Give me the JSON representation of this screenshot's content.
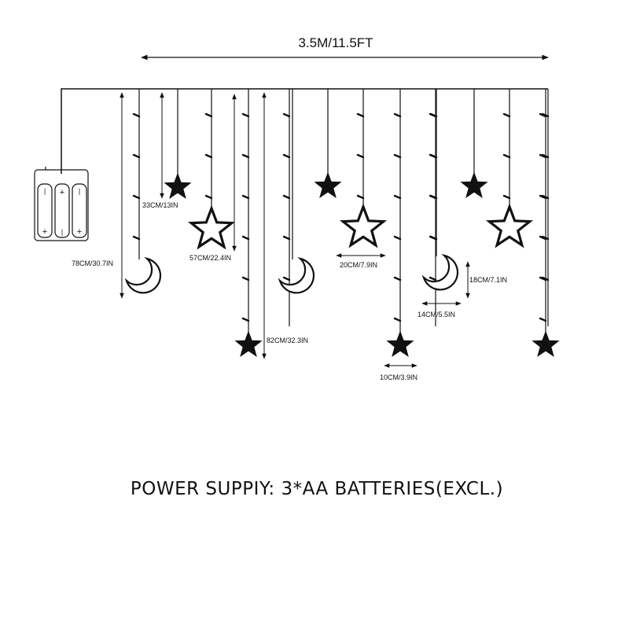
{
  "dimensions": {
    "total_length": "3.5M/11.5FT",
    "drop_78": "78CM/30.7IN",
    "drop_33": "33CM/13IN",
    "drop_57": "57CM/22.4IN",
    "drop_82": "82CM/32.3IN",
    "star_width_20": "20CM/7.9IN",
    "moon_height_18": "18CM/7.1IN",
    "moon_width_14": "14CM/5.5IN",
    "star_width_10": "10CM/3.9IN"
  },
  "power_supply": "POWER SUPPIY: 3*AA BATTERIES(EXCL.)",
  "battery_box": {
    "cells": 3,
    "polarity_plus": "+",
    "polarity_minus": "|"
  },
  "colors": {
    "line": "#111111",
    "background": "#ffffff"
  }
}
